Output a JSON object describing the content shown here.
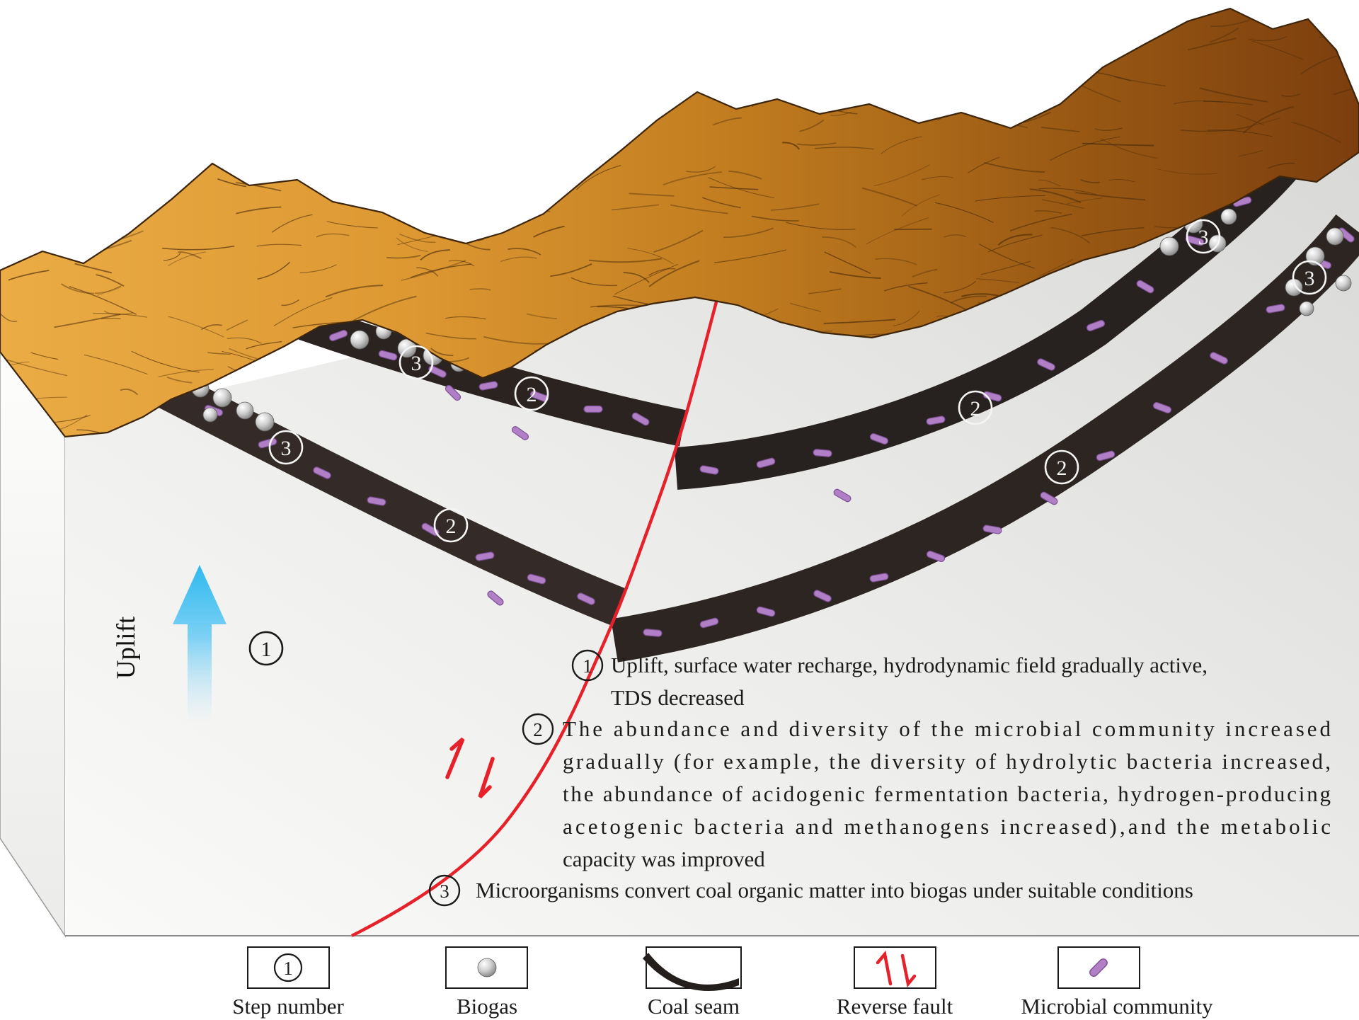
{
  "steps": {
    "one": "1",
    "two": "2",
    "three": "3"
  },
  "uplift": {
    "label": "Uplift"
  },
  "annotations": {
    "step1": {
      "num": "1",
      "lines": [
        "Uplift, surface water recharge, hydrodynamic field gradually active,",
        "TDS decreased"
      ]
    },
    "step2": {
      "num": "2",
      "lines": [
        "The abundance and diversity of the microbial community increased",
        "gradually (for example, the diversity of hydrolytic bacteria increased,",
        "the abundance of acidogenic fermentation bacteria, hydrogen-producing",
        "acetogenic bacteria and methanogens increased),and the metabolic",
        "capacity was improved"
      ]
    },
    "step3": {
      "num": "3",
      "lines": [
        "Microorganisms convert coal organic matter into biogas under suitable conditions"
      ]
    }
  },
  "legend": {
    "items": [
      {
        "id": "step-number",
        "label": "Step number",
        "symbol": "1"
      },
      {
        "id": "biogas",
        "label": "Biogas"
      },
      {
        "id": "coal-seam",
        "label": "Coal seam"
      },
      {
        "id": "reverse-fault",
        "label": "Reverse fault"
      },
      {
        "id": "microbial-community",
        "label": "Microbial community"
      }
    ]
  },
  "colors": {
    "fault_red": "#E62129",
    "coal_black": "#2a2320",
    "microbe_purple": "#B07FC6",
    "uplift_blue": "#2FB9EE",
    "terrain_orange": "#DD9832",
    "biogas_gray": "#9a9a9a"
  }
}
